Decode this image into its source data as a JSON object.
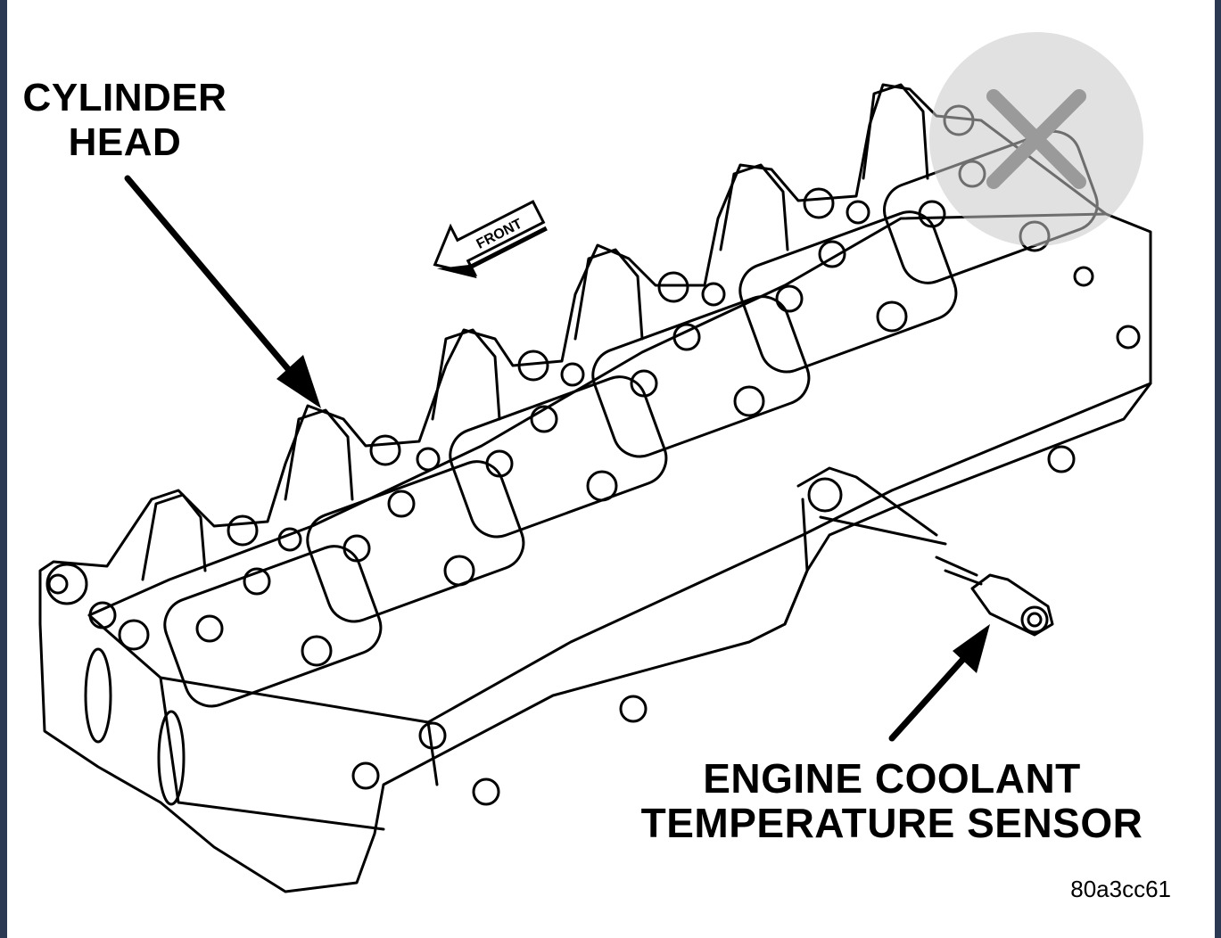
{
  "labels": {
    "cylinder_head_line1": "CYLINDER",
    "cylinder_head_line2": "HEAD",
    "sensor_line1": "ENGINE COOLANT",
    "sensor_line2": "TEMPERATURE SENSOR",
    "front_arrow": "FRONT",
    "figure_code": "80a3cc61"
  },
  "icons": {
    "close": "close-icon",
    "front_arrow": "front-arrow-icon"
  },
  "colors": {
    "ink": "#000000",
    "background": "#ffffff",
    "frame_edge": "#2b3a52",
    "close_overlay": "#c8c8c8"
  }
}
